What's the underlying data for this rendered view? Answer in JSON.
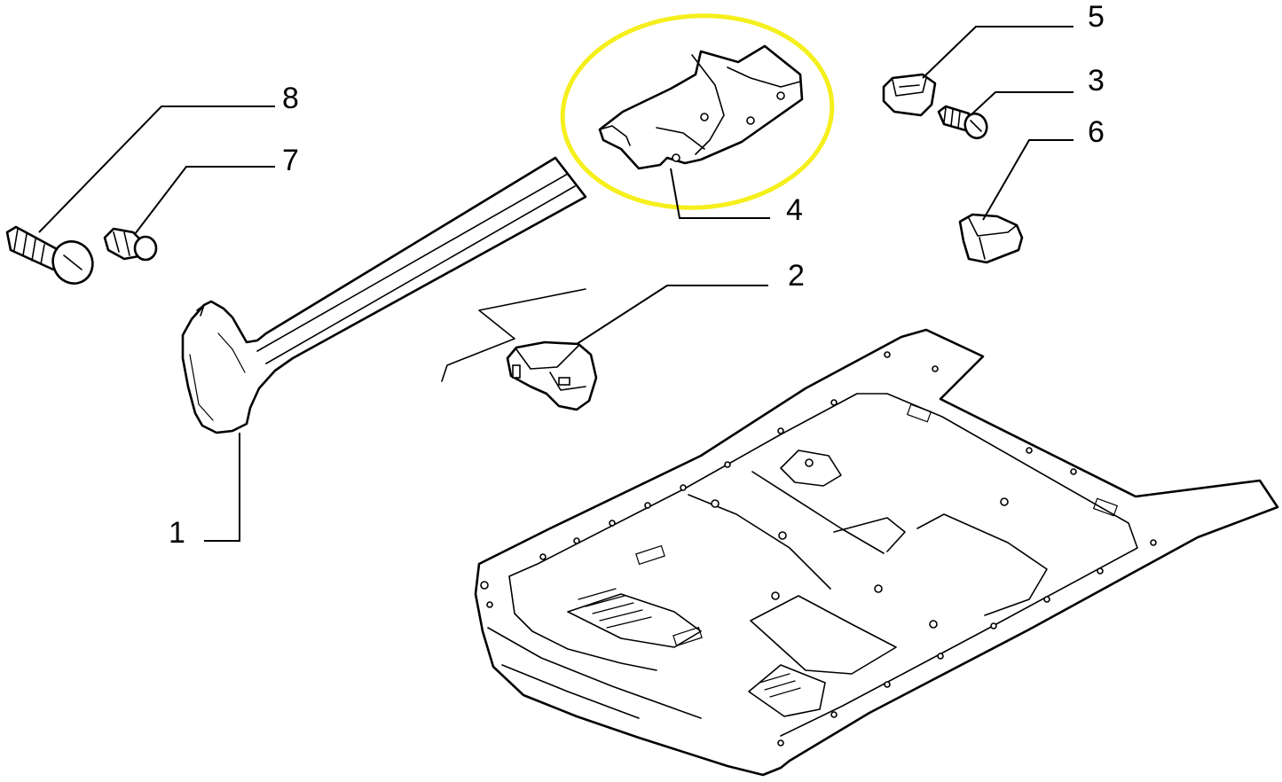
{
  "callouts": [
    {
      "id": "1",
      "label": "1"
    },
    {
      "id": "2",
      "label": "2"
    },
    {
      "id": "3",
      "label": "3"
    },
    {
      "id": "4",
      "label": "4"
    },
    {
      "id": "5",
      "label": "5"
    },
    {
      "id": "6",
      "label": "6"
    },
    {
      "id": "7",
      "label": "7"
    },
    {
      "id": "8",
      "label": "8"
    }
  ],
  "highlighted_part": "4",
  "colors": {
    "highlight": "#f5ef1c",
    "line": "#000000",
    "background": "#ffffff"
  }
}
